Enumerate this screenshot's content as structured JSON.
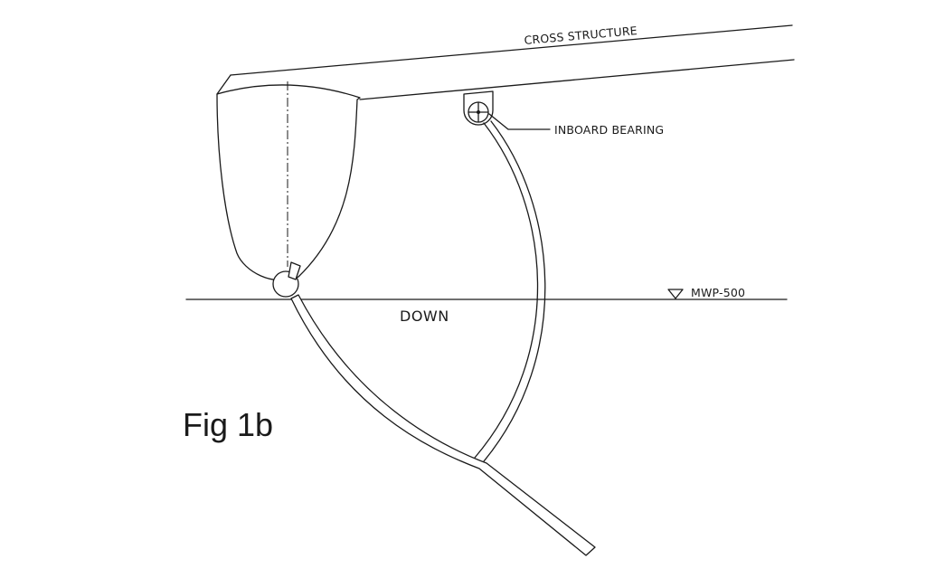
{
  "labels": {
    "cross_structure": "CROSS STRUCTURE",
    "inboard_bearing": "INBOARD BEARING",
    "water_level": "MWP-500",
    "down": "DOWN",
    "figure": "Fig 1b"
  }
}
